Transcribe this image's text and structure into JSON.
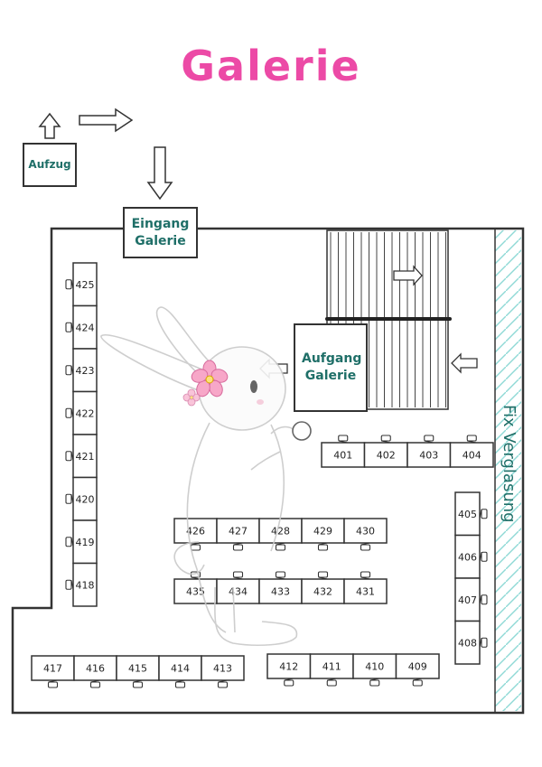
{
  "title": "Galerie",
  "colors": {
    "title": "#ec4aa6",
    "label": "#1f6f68",
    "glass": "#8fd9d6",
    "line": "#333333"
  },
  "labels": {
    "lift": "Aufzug",
    "entrance": "Eingang Galerie",
    "stairs": "Aufgang Galerie",
    "glazing": "Fix Verglasung"
  },
  "stands": {
    "left_column": [
      "425",
      "424",
      "423",
      "422",
      "421",
      "420",
      "419",
      "418"
    ],
    "top_right_row": [
      "401",
      "402",
      "403",
      "404"
    ],
    "right_column": [
      "405",
      "406",
      "407",
      "408"
    ],
    "center_top_row": [
      "426",
      "427",
      "428",
      "429",
      "430"
    ],
    "center_bottom_row": [
      "435",
      "434",
      "433",
      "432",
      "431"
    ],
    "bottom_left_row": [
      "417",
      "416",
      "415",
      "414",
      "413"
    ],
    "bottom_right_row": [
      "412",
      "411",
      "410",
      "409"
    ]
  }
}
